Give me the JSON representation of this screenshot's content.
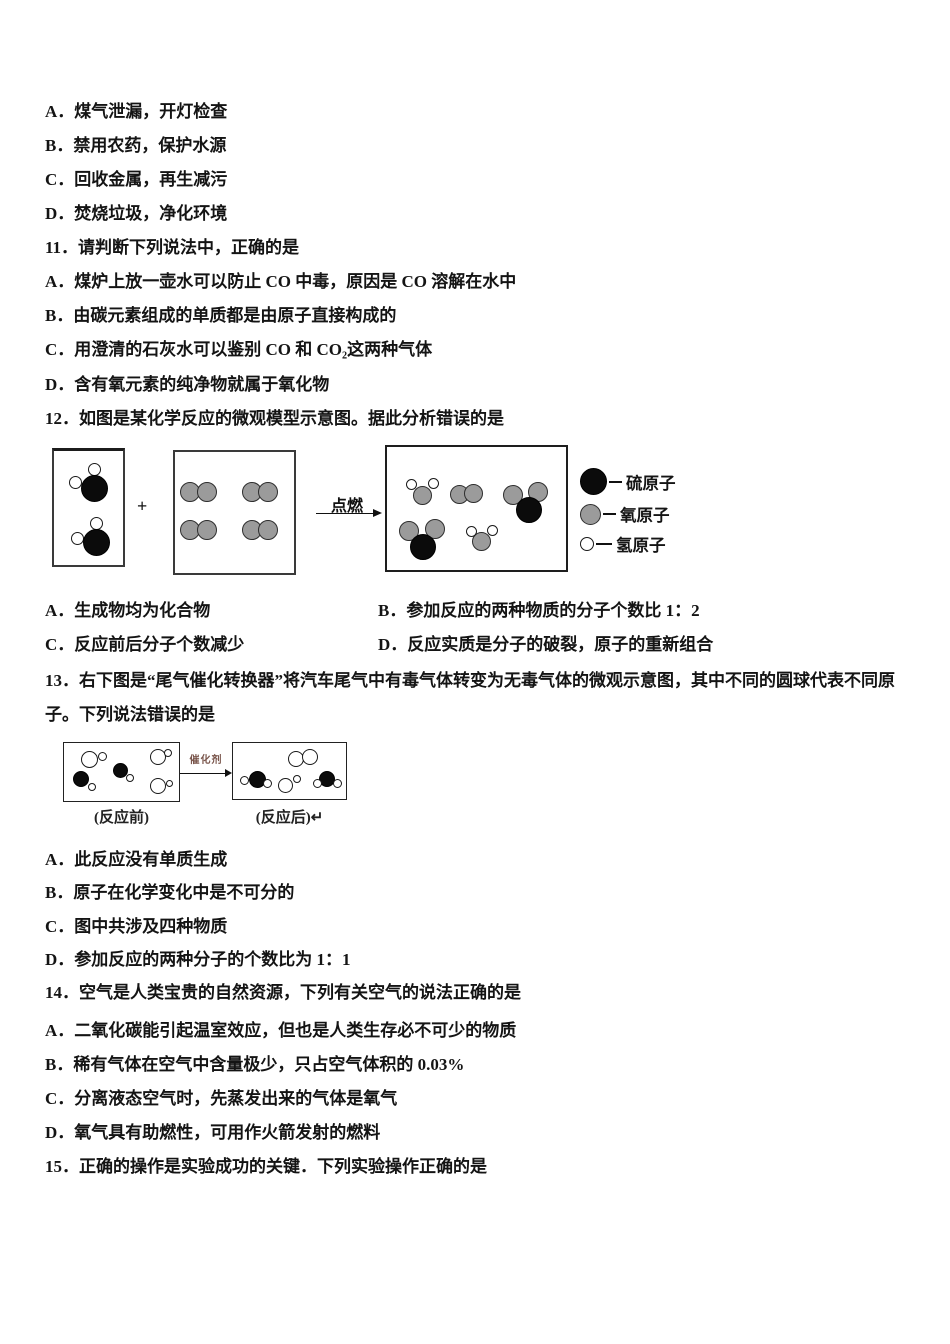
{
  "colors": {
    "atom_black": "#0b0b0b",
    "atom_gray": "#9b9b9b",
    "atom_white": "#ffffff",
    "catalyst_text": "#7a564c"
  },
  "doc": {
    "q10_options": [
      "A．煤气泄漏，开灯检查",
      "B．禁用农药，保护水源",
      "C．回收金属，再生减污",
      "D．焚烧垃圾，净化环境"
    ],
    "q11_stem": "11．请判断下列说法中，正确的是",
    "q11_options": [
      "A．煤炉上放一壶水可以防止 CO 中毒，原因是 CO 溶解在水中",
      "B．由碳元素组成的单质都是由原子直接构成的",
      "C．用澄清的石灰水可以鉴别 CO 和 CO₂这两种气体",
      "D．含有氧元素的纯净物就属于氧化物"
    ],
    "q12_stem": "12．如图是某化学反应的微观模型示意图。据此分析错误的是",
    "q12_options": {
      "a": "A．生成物均为化合物",
      "b": "B．参加反应的两种物质的分子个数比 1：2",
      "c": "C．反应前后分子个数减少",
      "d": "D．反应实质是分子的破裂，原子的重新组合"
    },
    "q13_stem_line1": "13．右下图是“尾气催化转换器”将汽车尾气中有毒气体转变为无毒气体的微观示意图，其中不同的圆球代表不同原",
    "q13_stem_line2": "子。下列说法错误的是",
    "q13_options": [
      "A．此反应没有单质生成",
      "B．原子在化学变化中是不可分的",
      "C．图中共涉及四种物质",
      "D．参加反应的两种分子的个数比为 1：1"
    ],
    "q14_stem": "14．空气是人类宝贵的自然资源，下列有关空气的说法正确的是",
    "q14_options": [
      "A．二氧化碳能引起温室效应，但也是人类生存必不可少的物质",
      "B．稀有气体在空气中含量极少，只占空气体积的 0.03%",
      "C．分离液态空气时，先蒸发出来的气体是氧气",
      "D．氧气具有助燃性，可用作火箭发射的燃料"
    ],
    "q15_stem": "15．正确的操作是实验成功的关键．下列实验操作正确的是"
  },
  "q12_diagram": {
    "plus_sign": "+",
    "arrow_label": "点燃",
    "reactant_box1": {
      "molecules": [
        {
          "formula": "H₂S",
          "atoms": [
            [
              "w",
              40,
              18,
              13
            ],
            [
              "w",
              21,
              31,
              13
            ],
            [
              "k",
              40,
              37,
              27
            ]
          ]
        },
        {
          "formula": "H₂S",
          "atoms": [
            [
              "w",
              42,
              72,
              13
            ],
            [
              "w",
              23,
              87,
              13
            ],
            [
              "k",
              42,
              91,
              27
            ]
          ]
        }
      ]
    },
    "reactant_box2": {
      "molecules": [
        {
          "formula": "O₂",
          "atoms": [
            [
              "g",
              15,
              40,
              20
            ],
            [
              "g",
              32,
              40,
              20
            ]
          ]
        },
        {
          "formula": "O₂",
          "atoms": [
            [
              "g",
              77,
              40,
              20
            ],
            [
              "g",
              93,
              40,
              20
            ]
          ]
        },
        {
          "formula": "O₂",
          "atoms": [
            [
              "g",
              15,
              78,
              20
            ],
            [
              "g",
              32,
              78,
              20
            ]
          ]
        },
        {
          "formula": "O₂",
          "atoms": [
            [
              "g",
              77,
              78,
              20
            ],
            [
              "g",
              93,
              78,
              20
            ]
          ]
        }
      ]
    },
    "product_box": {
      "molecules": [
        {
          "formula": "H₂O",
          "atoms": [
            [
              "g",
              35,
              48,
              19
            ],
            [
              "w",
              24,
              37,
              11
            ],
            [
              "w",
              46,
              36,
              11
            ]
          ]
        },
        {
          "formula": "O₂",
          "atoms": [
            [
              "g",
              72,
              47,
              19
            ],
            [
              "g",
              86,
              46,
              19
            ]
          ]
        },
        {
          "formula": "SO₂",
          "atoms": [
            [
              "g",
              126,
              48,
              20
            ],
            [
              "g",
              151,
              45,
              20
            ],
            [
              "k",
              142,
              63,
              26
            ]
          ]
        },
        {
          "formula": "SO₂",
          "atoms": [
            [
              "g",
              22,
              84,
              20
            ],
            [
              "g",
              48,
              82,
              20
            ],
            [
              "k",
              36,
              100,
              26
            ]
          ]
        },
        {
          "formula": "H₂O",
          "atoms": [
            [
              "g",
              94,
              94,
              19
            ],
            [
              "w",
              84,
              84,
              11
            ],
            [
              "w",
              105,
              83,
              11
            ]
          ]
        }
      ]
    },
    "legend": [
      {
        "type": "k",
        "label": "硫原子"
      },
      {
        "type": "g",
        "label": "氧原子"
      },
      {
        "type": "w",
        "label": "氢原子"
      }
    ]
  },
  "q13_diagram": {
    "catalyst_label": "催化剂",
    "before_label": "(反应前)",
    "after_label": "(反应后)↵",
    "before_box": {
      "molecules": [
        {
          "formula": "NO",
          "atoms": [
            [
              "w",
              25,
              16,
              17
            ],
            [
              "w",
              38,
              13,
              9
            ]
          ]
        },
        {
          "formula": "CO",
          "atoms": [
            [
              "k",
              17,
              36,
              16
            ],
            [
              "w",
              28,
              44,
              8
            ]
          ]
        },
        {
          "formula": "CO",
          "atoms": [
            [
              "k",
              56,
              27,
              15
            ],
            [
              "w",
              66,
              35,
              8
            ]
          ]
        },
        {
          "formula": "NO",
          "atoms": [
            [
              "w",
              94,
              14,
              16
            ],
            [
              "w",
              104,
              10,
              8
            ]
          ]
        },
        {
          "formula": "NO",
          "atoms": [
            [
              "w",
              94,
              43,
              16
            ],
            [
              "w",
              105,
              40,
              7
            ]
          ]
        }
      ]
    },
    "after_box": {
      "molecules": [
        {
          "formula": "N₂",
          "atoms": [
            [
              "w",
              63,
              16,
              16
            ],
            [
              "w",
              77,
              14,
              16
            ]
          ]
        },
        {
          "formula": "CO₂",
          "atoms": [
            [
              "k",
              24,
              36,
              17
            ],
            [
              "w",
              11,
              37,
              9
            ],
            [
              "w",
              34,
              40,
              9
            ]
          ]
        },
        {
          "formula": "NO",
          "atoms": [
            [
              "w",
              52,
              42,
              15
            ],
            [
              "w",
              64,
              36,
              8
            ]
          ]
        },
        {
          "formula": "CO₂",
          "atoms": [
            [
              "k",
              94,
              36,
              16
            ],
            [
              "w",
              84,
              40,
              9
            ],
            [
              "w",
              104,
              40,
              9
            ]
          ]
        }
      ]
    }
  }
}
